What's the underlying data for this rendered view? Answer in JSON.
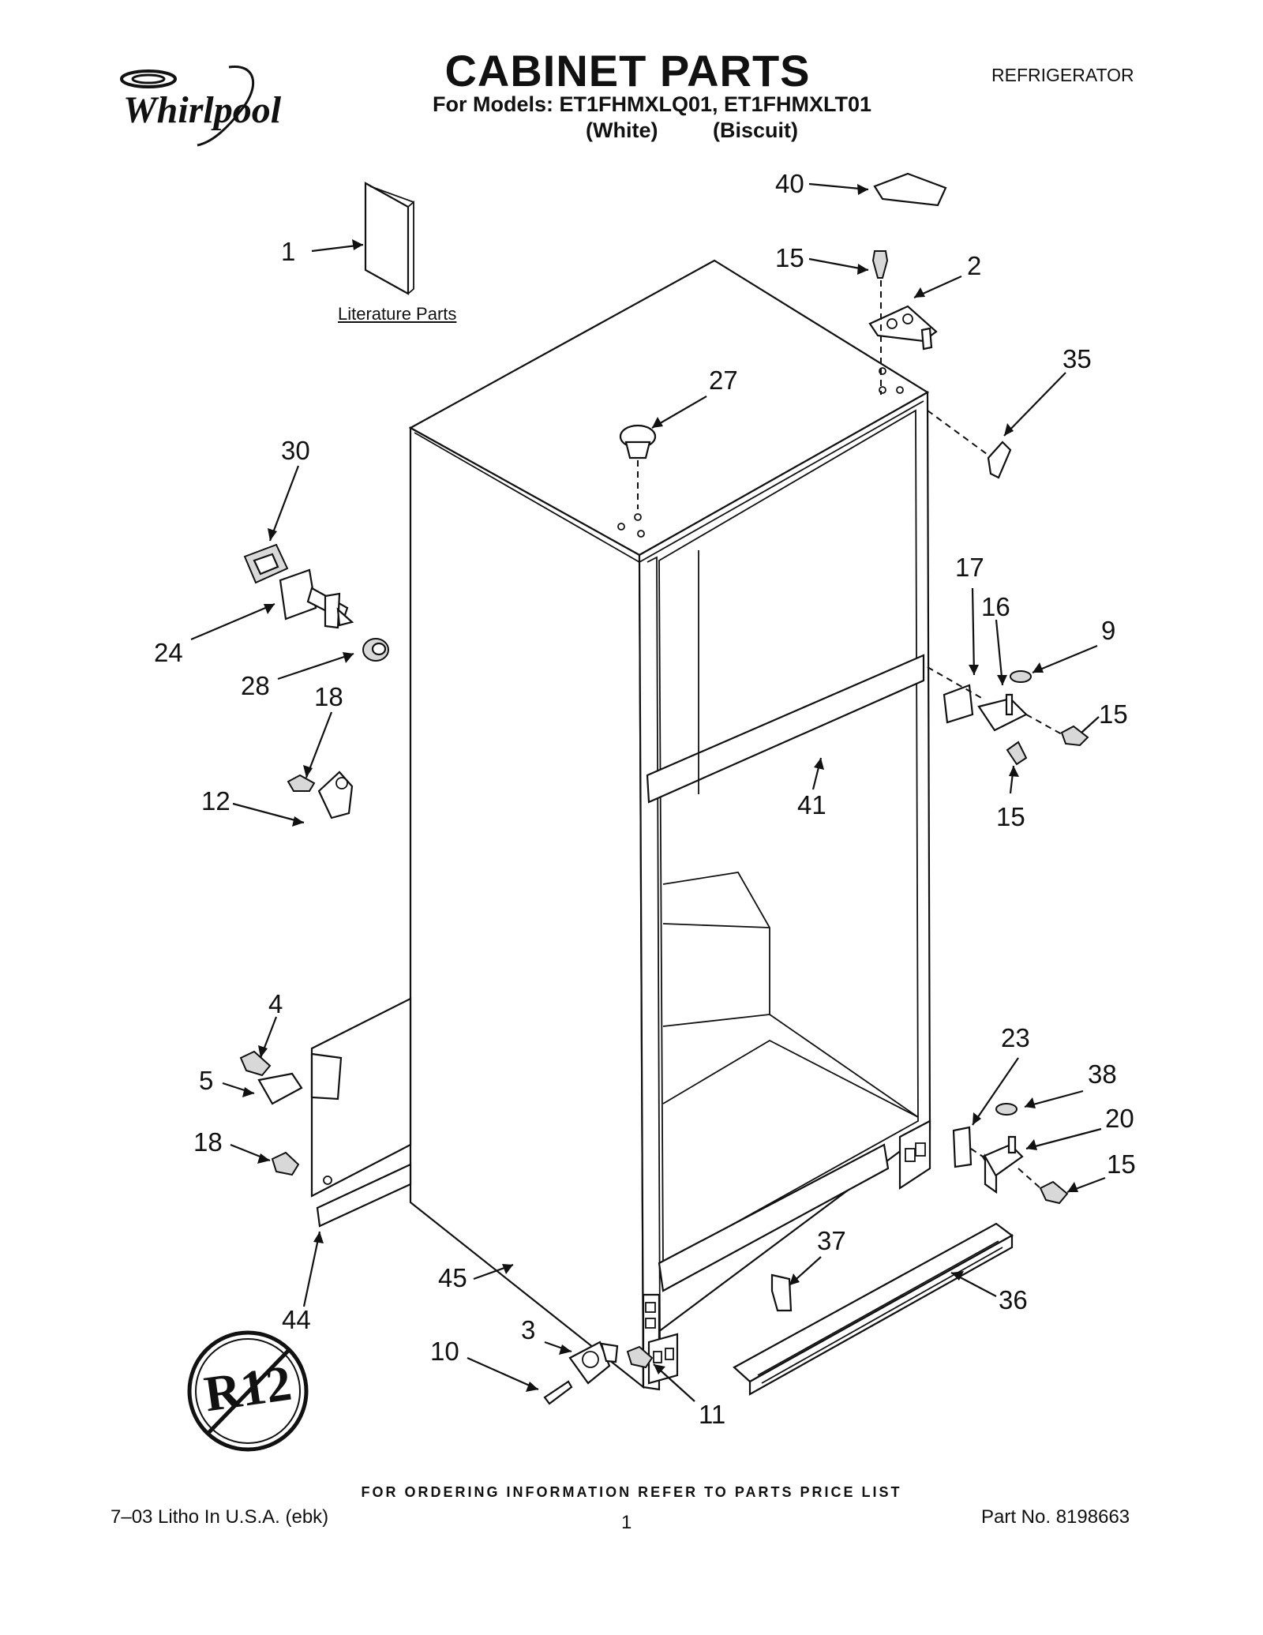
{
  "header": {
    "brand": "Whirlpool",
    "title": "CABINET PARTS",
    "models_line": "For Models: ET1FHMXLQ01, ET1FHMXLT01",
    "variant_1": "(White)",
    "variant_2": "(Biscuit)",
    "category": "REFRIGERATOR"
  },
  "literature_label": "Literature Parts",
  "callouts": [
    "1",
    "40",
    "15",
    "2",
    "35",
    "27",
    "30",
    "24",
    "28",
    "18",
    "12",
    "17",
    "16",
    "9",
    "15",
    "15",
    "41",
    "4",
    "5",
    "18",
    "23",
    "38",
    "20",
    "15",
    "44",
    "45",
    "37",
    "36",
    "3",
    "10",
    "11"
  ],
  "badge_text": "R12",
  "footer": {
    "ordering_note": "FOR ORDERING INFORMATION REFER TO PARTS PRICE LIST",
    "litho": "7–03 Litho In U.S.A. (ebk)",
    "page": "1",
    "part_no": "Part No. 8198663"
  }
}
